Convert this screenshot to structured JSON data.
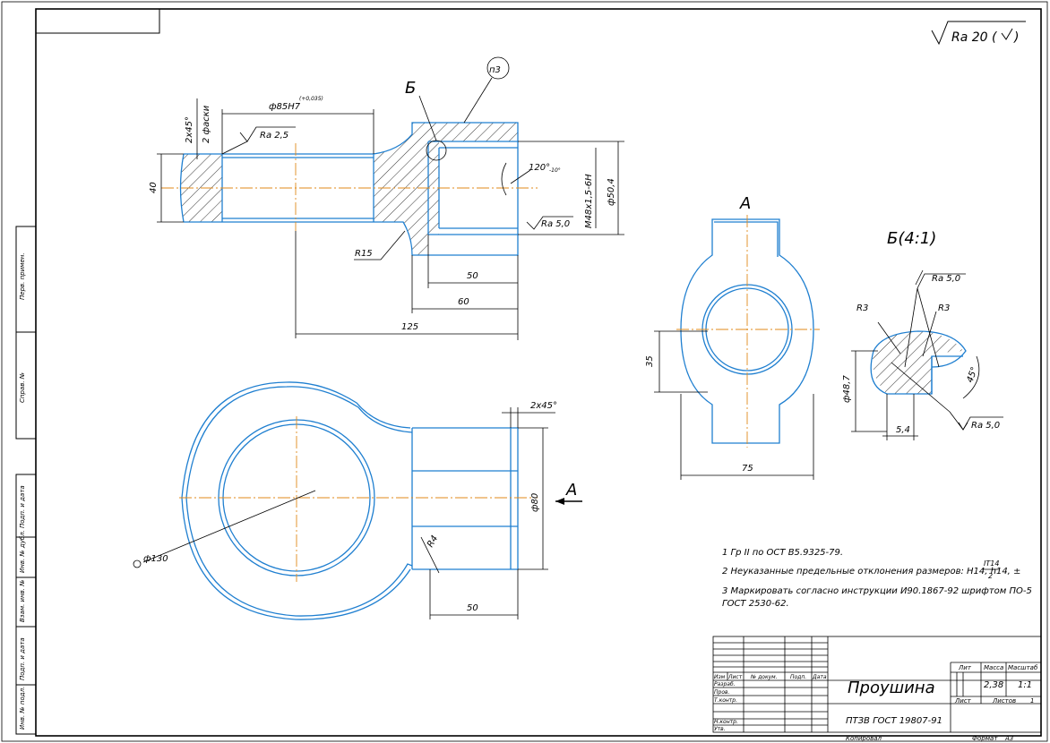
{
  "roughness": {
    "general": "Ra 20 (",
    "symbol_open": "√",
    "general_close": ")"
  },
  "section_b": {
    "label": "Б",
    "detail_title": "Б(4:1)"
  },
  "view_a": {
    "label": "A",
    "arrow_label": "A"
  },
  "note_callout": "п3",
  "dims_top": {
    "bore": "ф85H7",
    "bore_tol": "(+0,035)",
    "chamfer": "2х45°",
    "chamfer_note": "2 фаски",
    "ra_bore": "Ra 2,5",
    "height": "40",
    "radius": "R15",
    "angle": "120°",
    "angle_tol": "-10°",
    "thread": "M48х1,5-6H",
    "diam": "ф50,4",
    "ra_thread": "Ra 5,0",
    "len50": "50",
    "len60": "60",
    "len125": "125"
  },
  "dims_view_a": {
    "height": "35",
    "width": "75"
  },
  "dims_detail": {
    "ra_top": "Ra 5,0",
    "r_left": "R3",
    "r_right": "R3",
    "diam": "ф48,7",
    "len": "5,4",
    "angle": "45°",
    "ra_bottom": "Ra 5,0"
  },
  "dims_bottom": {
    "diam": "ф130",
    "chamfer": "2х45°",
    "diam80": "ф80",
    "radius": "R4",
    "len50": "50"
  },
  "notes": [
    "1  Гр II по ОСТ В5.9325-79.",
    "2  Неуказанные предельные отклонения размеров: H14, h14, ±",
    "3  Маркировать согласно инструкции И90.1867-92 шрифтом ПО-5",
    "ГОСТ 2530-62."
  ],
  "note2_fraction": {
    "num": "IT14",
    "den": "2"
  },
  "title_block": {
    "name": "Проушина",
    "standard": "ПТЗВ ГОСТ 19807-91",
    "col_lit": "Лит",
    "col_mass": "Масса",
    "col_scale": "Масштаб",
    "mass": "2,38",
    "scale": "1:1",
    "sheet": "Лист",
    "sheets": "Листов",
    "sheets_val": "1",
    "row_headers": [
      "Изм",
      "Лист",
      "№ докум.",
      "Подп.",
      "Дата"
    ],
    "roles": [
      "Разраб.",
      "Пров.",
      "Т.контр.",
      "",
      "Н.контр.",
      "Утв."
    ],
    "copied": "Копировал",
    "format": "Формат",
    "format_val": "A3"
  },
  "side_stamps": [
    "Перв. примен.",
    "Справ. №",
    "Подп. и дата",
    "Инв. № дубл.",
    "Взам. инв. №",
    "Подп. и дата",
    "Инв. № подл."
  ]
}
